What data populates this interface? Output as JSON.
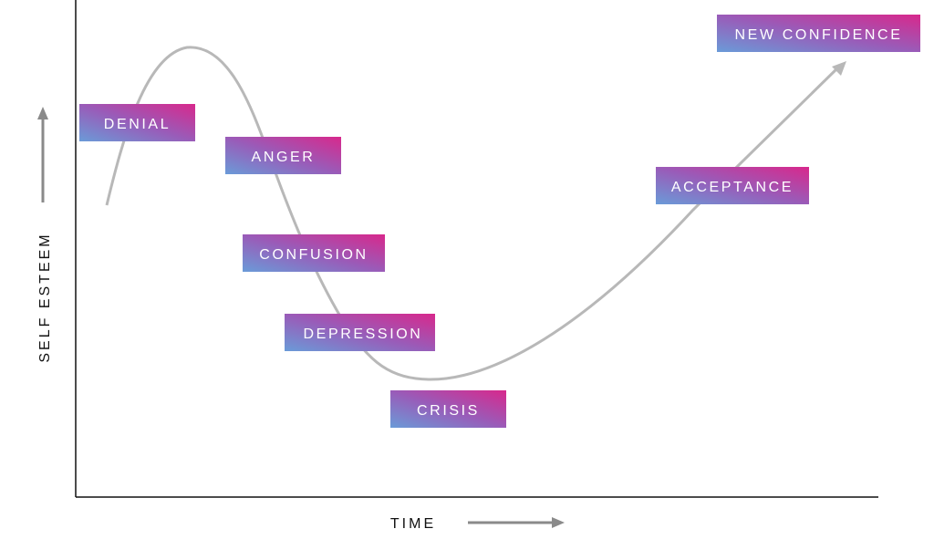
{
  "axes": {
    "x_label": "TIME",
    "y_label": "SELF ESTEEM"
  },
  "stages": [
    {
      "label": "DENIAL"
    },
    {
      "label": "ANGER"
    },
    {
      "label": "CONFUSION"
    },
    {
      "label": "DEPRESSION"
    },
    {
      "label": "CRISIS"
    },
    {
      "label": "ACCEPTANCE"
    },
    {
      "label": "NEW CONFIDENCE"
    }
  ],
  "colors": {
    "label_gradient_start": "#6a9bd8",
    "label_gradient_mid": "#9a5bb8",
    "label_gradient_end": "#d8288c",
    "curve": "#b8b8b8",
    "axis": "#111111",
    "arrow": "#8a8a8a"
  }
}
